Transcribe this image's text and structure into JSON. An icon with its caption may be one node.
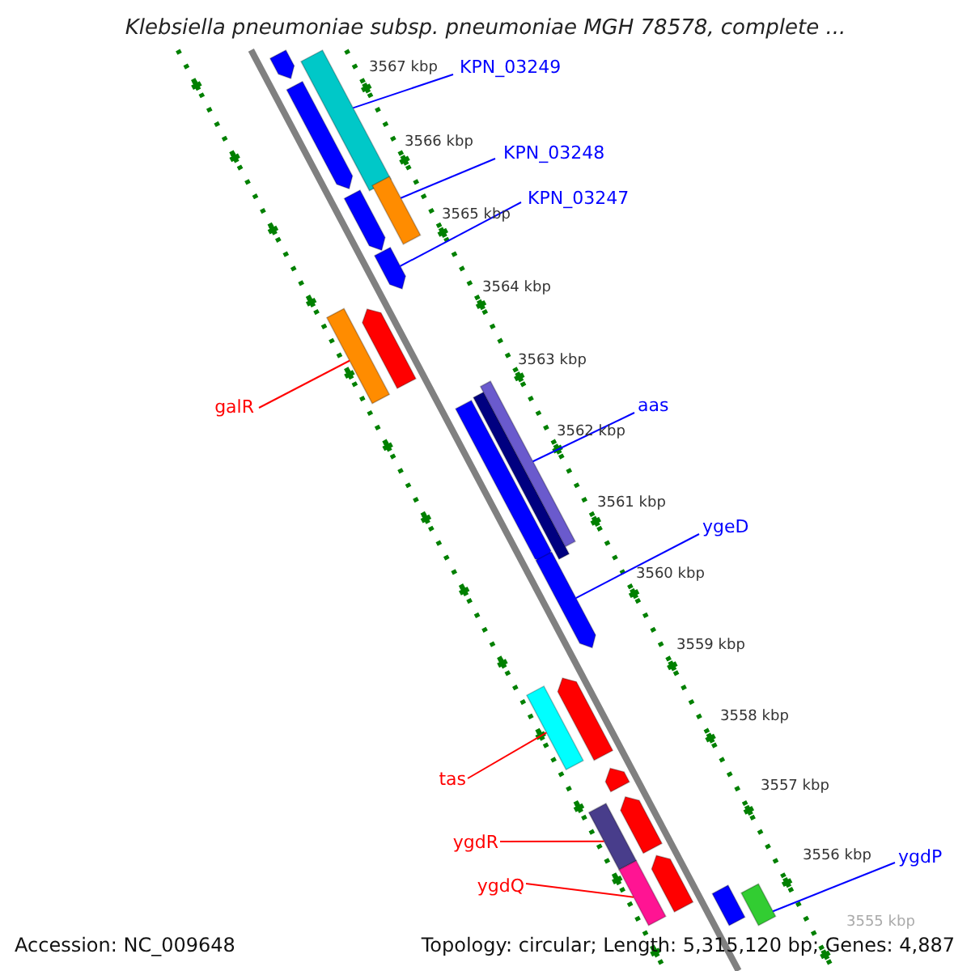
{
  "diagram": {
    "title": "Klebsiella pneumoniae subsp. pneumoniae MGH 78578, complete ...",
    "nodes": [
      {
        "text": [
          "KPN_03249"
        ]
      },
      {
        "text": [
          "KPN_03248"
        ]
      },
      {
        "text": [
          "KPN_03247"
        ]
      },
      {
        "text": [
          "galR"
        ]
      },
      {
        "text": [
          "aas"
        ]
      },
      {
        "text": [
          "ygeD"
        ]
      },
      {
        "text": [
          "tas"
        ]
      },
      {
        "text": [
          "ygdR"
        ]
      },
      {
        "text": [
          "ygdQ"
        ]
      },
      {
        "text": [
          "ygdP"
        ]
      },
      {
        "text": [],
        "shape": "bar"
      },
      {
        "text": [],
        "shape": "bar"
      },
      {
        "text": [],
        "shape": "bar"
      },
      {
        "text": [],
        "shape": "bar"
      },
      {
        "text": [],
        "shape": "bar"
      },
      {
        "text": [],
        "shape": "bar"
      },
      {
        "text": [],
        "shape": "bar"
      },
      {
        "text": [],
        "shape": "bar"
      },
      {
        "text": [],
        "shape": "bar"
      },
      {
        "text": [],
        "shape": "bar"
      },
      {
        "text": [],
        "shape": "bar"
      },
      {
        "text": [],
        "shape": "bar"
      },
      {
        "text": [],
        "shape": "bar"
      },
      {
        "text": [],
        "shape": "bar"
      },
      {
        "text": [],
        "shape": "bar"
      },
      {
        "text": [],
        "shape": "bar"
      },
      {
        "text": [],
        "shape": "bar"
      },
      {
        "text": [],
        "shape": "bar"
      },
      {
        "text": [],
        "shape": "bar"
      },
      {
        "text": [],
        "shape": "bar"
      },
      {
        "text": [],
        "shape": "bar"
      }
    ],
    "edges": [
      {
        "from": 0,
        "to": 11,
        "arrow": "none"
      },
      {
        "from": 1,
        "to": 13,
        "arrow": "none"
      },
      {
        "from": 2,
        "to": 15,
        "arrow": "none"
      },
      {
        "from": 3,
        "to": 16,
        "arrow": "none",
        "color": "#ff0000"
      },
      {
        "from": 4,
        "to": 20,
        "arrow": "none"
      },
      {
        "from": 5,
        "to": 21,
        "arrow": "none"
      },
      {
        "from": 6,
        "to": 22,
        "arrow": "none",
        "color": "#ff0000"
      },
      {
        "from": 7,
        "to": 25,
        "arrow": "none",
        "color": "#ff0000"
      },
      {
        "from": 8,
        "to": 27,
        "arrow": "none",
        "color": "#ff0000"
      },
      {
        "from": 9,
        "to": 30,
        "arrow": "none"
      }
    ],
    "labels": [
      "3567 kbp",
      "3566 kbp",
      "3565 kbp",
      "3564 kbp",
      "3563 kbp",
      "3562 kbp",
      "3561 kbp",
      "3560 kbp",
      "3559 kbp",
      "3558 kbp",
      "3557 kbp",
      "3556 kbp",
      "3555 kbp",
      "Accession: NC_009648",
      "Topology: circular; Length: 5,315,120 bp; Genes: 4,887"
    ]
  }
}
